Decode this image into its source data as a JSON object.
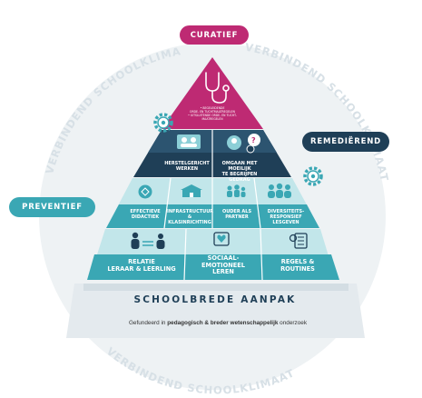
{
  "labels": {
    "curatief": "CURATIEF",
    "remedierend": "REMEDIËREND",
    "preventief": "PREVENTIEF",
    "schoolbrede_aanpak": "SCHOOLBREDE AANPAK"
  },
  "ring_text": {
    "top_left": "VERBINDEND SCHOOLKLIMAAT",
    "top_right": "VERBINDEND SCHOOLKLIMAAT",
    "bottom": "VERBINDEND SCHOOLKLIMAAT"
  },
  "apex_lines": [
    "• BEGELEIDENDE",
    "ORDE- EN TUCHTMAATREGELEN",
    "• UITSLUITENDE ORDE- EN TUCHT-",
    "MAATREGELEN"
  ],
  "tier2": [
    {
      "l1": "HERSTELGERICHT",
      "l2": "WERKEN"
    },
    {
      "l1": "OMGAAN MET MOEILIJK",
      "l2": "TE BEGRIJPEN GEDRAG"
    }
  ],
  "tier3": [
    {
      "l1": "EFFECTIEVE",
      "l2": "DIDACTIEK"
    },
    {
      "l1": "INFRASTRUCTUUR",
      "l2": "& KLASINRICHTING"
    },
    {
      "l1": "OUDER ALS",
      "l2": "PARTNER"
    },
    {
      "l1": "DIVERSITEITS-",
      "l2": "RESPONSIEF LESGEVEN"
    }
  ],
  "tier4": [
    {
      "l1": "RELATIE",
      "l2": "LERAAR & LEERLING"
    },
    {
      "l1": "SOCIAAL-",
      "l2": "EMOTIONEEL",
      "l3": "LEREN"
    },
    {
      "l1": "REGELS &",
      "l2": "ROUTINES"
    }
  ],
  "footer": {
    "pre": "Gefundeerd in ",
    "bold": "pedagogisch & breder wetenschappelijk",
    "post": " onderzoek"
  },
  "colors": {
    "magenta": "#be2a73",
    "navy": "#1f3f57",
    "teal": "#3aa7b4",
    "light_teal": "#8ccfd7",
    "pale_teal": "#c2e6ea",
    "circle": "#eef2f4"
  },
  "icons": [
    "stethoscope-icon",
    "gear-icon",
    "handshake-icon",
    "conversation-icon",
    "brain-icon",
    "school-icon",
    "family-icon",
    "group-icon",
    "teacher-student-icon",
    "heart-hands-icon",
    "checklist-icon"
  ]
}
